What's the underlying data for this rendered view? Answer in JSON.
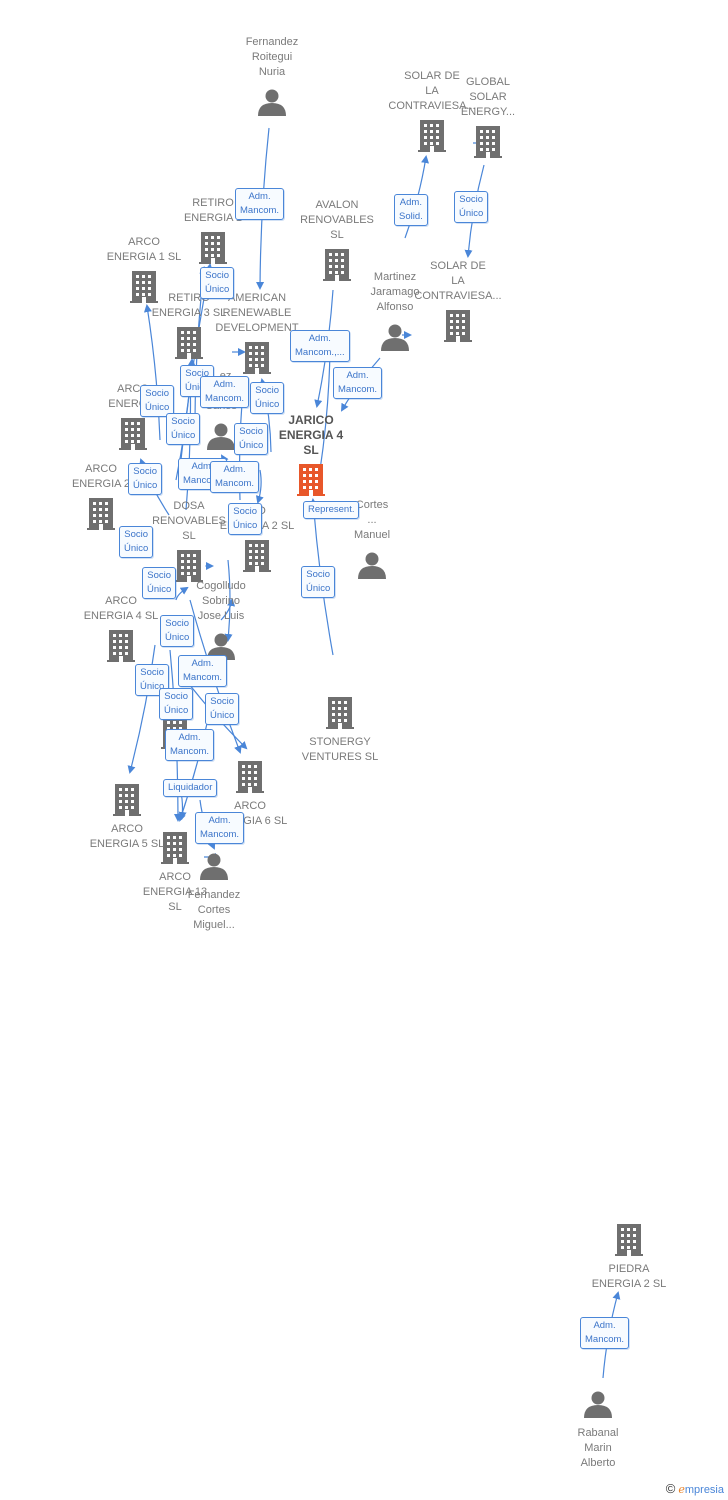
{
  "colors": {
    "edge": "#4a86d8",
    "icon": "#6f6f6f",
    "focus": "#e8572a",
    "rel_bg": "#f7fbff"
  },
  "nodes": [
    {
      "id": "fernandez_roitegui",
      "label": "Fernandez\nRoitegui\nNuria",
      "icon": "person-icon"
    },
    {
      "id": "solar_contraviesa",
      "label": "SOLAR DE\nLA\nCONTRAVIESA...",
      "icon": "building-icon"
    },
    {
      "id": "global_solar",
      "label": "GLOBAL\nSOLAR\nENERGY...",
      "icon": "building-icon"
    },
    {
      "id": "retiro_1",
      "label": "RETIRO\nENERGIA 1",
      "icon": "building-icon"
    },
    {
      "id": "avalon",
      "label": "AVALON\nRENOVABLES\nSL",
      "icon": "building-icon"
    },
    {
      "id": "arco_1",
      "label": "ARCO\nENERGIA 1  SL",
      "icon": "building-icon"
    },
    {
      "id": "martinez_jaramago",
      "label": "Martinez\nJaramago\nAlfonso",
      "icon": "person-icon"
    },
    {
      "id": "solar_contraviesa_2",
      "label": "SOLAR DE\nLA\nCONTRAVIESA...",
      "icon": "building-icon"
    },
    {
      "id": "retiro_3",
      "label": "RETIRO\nENERGIA 3  SL",
      "icon": "building-icon"
    },
    {
      "id": "american_renewable",
      "label": "AMERICAN\nRENEWABLE\nDEVELOPMENT",
      "icon": "building-icon"
    },
    {
      "id": "arco_x",
      "label": "ARCO\nENERGIA",
      "icon": "building-icon"
    },
    {
      "id": "jose_carlos",
      "label": "...ez\nJose\nCarlos",
      "icon": "person-icon"
    },
    {
      "id": "jarico",
      "label": "JARICO\nENERGIA 4\nSL",
      "icon": "building-icon",
      "focus": true
    },
    {
      "id": "arco_2",
      "label": "ARCO\nENERGIA 2",
      "icon": "building-icon"
    },
    {
      "id": "dosa",
      "label": "DOSA\nRENOVABLES\nSL",
      "icon": "building-icon"
    },
    {
      "id": "energia_2_sl",
      "label": "...O\nENERGIA 2  SL",
      "icon": "building-icon"
    },
    {
      "id": "cortes_manuel",
      "label": "Cortes\n...\nManuel",
      "icon": "person-icon"
    },
    {
      "id": "cogolludo",
      "label": "Cogolludo\nSobrino\nJose Luis",
      "icon": "person-icon"
    },
    {
      "id": "arco_4",
      "label": "ARCO\nENERGIA 4  SL",
      "icon": "building-icon"
    },
    {
      "id": "stonergy",
      "label": "STONERGY\nVENTURES  SL",
      "icon": "building-icon"
    },
    {
      "id": "arco_energia_small",
      "label": "ARCO\nENERGIA",
      "icon": "building-icon"
    },
    {
      "id": "arco_6",
      "label": "ARCO\nENERGIA 6  SL",
      "icon": "building-icon"
    },
    {
      "id": "arco_5",
      "label": "ARCO\nENERGIA 5  SL",
      "icon": "building-icon"
    },
    {
      "id": "arco_13",
      "label": "ARCO\nENERGIA 13\nSL",
      "icon": "building-icon"
    },
    {
      "id": "fernandez_cortes",
      "label": "Fernandez\nCortes\nMiguel...",
      "icon": "person-icon"
    },
    {
      "id": "piedra_2",
      "label": "PIEDRA\nENERGIA 2  SL",
      "icon": "building-icon"
    },
    {
      "id": "rabanal",
      "label": "Rabanal\nMarin\nAlberto",
      "icon": "person-icon"
    }
  ],
  "relations": [
    {
      "text": "Adm.\nMancom."
    },
    {
      "text": "Adm.\nSolid."
    },
    {
      "text": "Socio\nÚnico"
    },
    {
      "text": "Socio\nÚnico"
    },
    {
      "text": "Adm.\nMancom.,..."
    },
    {
      "text": "Adm.\nMancom."
    },
    {
      "text": "Socio\nÚnico"
    },
    {
      "text": "Socio\nÚnico"
    },
    {
      "text": "Socio\nÚnico"
    },
    {
      "text": "Socio\nÚnico"
    },
    {
      "text": "Socio\nÚnico"
    },
    {
      "text": "Socio\nÚnico"
    },
    {
      "text": "Adm.\nMancom."
    },
    {
      "text": "Adm.\nMancom."
    },
    {
      "text": "Socio\nÚnico"
    },
    {
      "text": "Socio\nÚnico"
    },
    {
      "text": "Represent."
    },
    {
      "text": "Socio\nÚnico"
    },
    {
      "text": "Socio\nÚnico"
    },
    {
      "text": "Socio\nÚnico"
    },
    {
      "text": "Socio\nÚnico"
    },
    {
      "text": "Adm.\nMancom."
    },
    {
      "text": "Socio\nÚnico"
    },
    {
      "text": "Socio\nÚnico"
    },
    {
      "text": "Adm.\nMancom."
    },
    {
      "text": "Liquidador"
    },
    {
      "text": "Adm.\nMancom."
    },
    {
      "text": "Adm.\nMancom."
    },
    {
      "text": "Adm.\nMancom."
    }
  ],
  "footer": {
    "copyright": "©",
    "brand_e": "e",
    "brand_rest": "mpresia"
  }
}
